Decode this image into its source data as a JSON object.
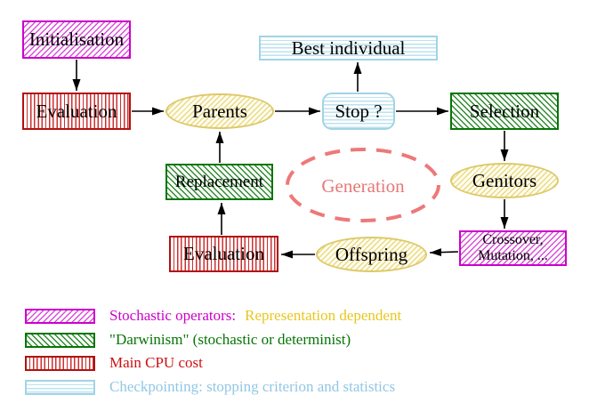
{
  "nodes": {
    "initialisation": {
      "label": "Initialisation"
    },
    "evaluation1": {
      "label": "Evaluation"
    },
    "parents": {
      "label": "Parents"
    },
    "best_individual": {
      "label": "Best individual"
    },
    "stop": {
      "label": "Stop ?"
    },
    "selection": {
      "label": "Selection"
    },
    "replacement": {
      "label": "Replacement"
    },
    "generation": {
      "label": "Generation"
    },
    "genitors": {
      "label": "Genitors"
    },
    "evaluation2": {
      "label": "Evaluation"
    },
    "offspring": {
      "label": "Offspring"
    },
    "crossover": {
      "line1": "Crossover,",
      "line2": "Mutation, ..."
    }
  },
  "legend": {
    "items": [
      {
        "label": "Stochastic operators:",
        "label2": "Representation dependent"
      },
      {
        "label": "\"Darwinism\" (stochastic or determinist)"
      },
      {
        "label": "Main CPU cost"
      },
      {
        "label": "Checkpointing: stopping criterion and statistics"
      }
    ]
  },
  "colors": {
    "magenta": "#cc00cc",
    "green": "#067506",
    "red": "#cc1111",
    "cyan_border": "#a0d4e6",
    "cyan_text": "#92c7e4",
    "yellow_border": "#ddc96a",
    "gold_text": "#e8c71e",
    "salmon": "#e87878",
    "arrow": "#000000"
  }
}
